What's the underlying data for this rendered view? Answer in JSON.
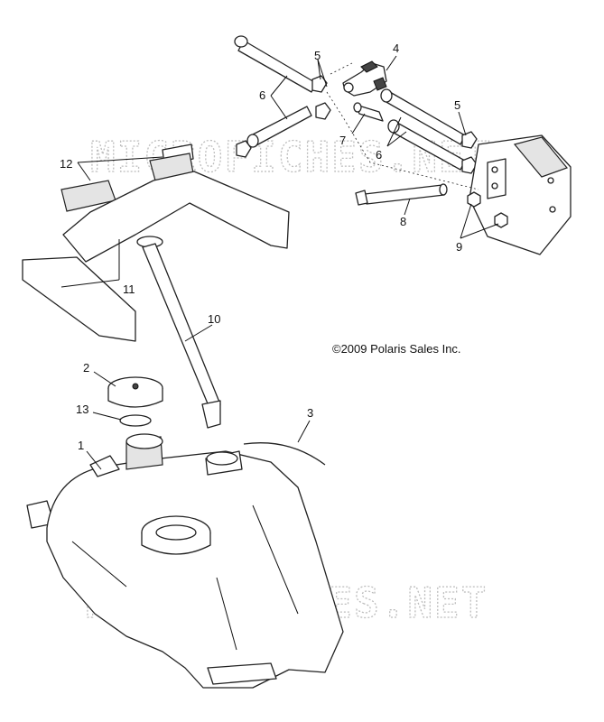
{
  "diagram": {
    "copyright": "©2009 Polaris Sales Inc.",
    "watermark": "MICROFICHES.NET",
    "callouts": [
      {
        "id": "1",
        "part": "fuel-tank"
      },
      {
        "id": "2",
        "part": "fuel-cap"
      },
      {
        "id": "3",
        "part": "vent-line"
      },
      {
        "id": "4",
        "part": "rollover-valve"
      },
      {
        "id": "5",
        "part": "hose-clamp"
      },
      {
        "id": "5",
        "part": "hose-clamp"
      },
      {
        "id": "6",
        "part": "vent-hose"
      },
      {
        "id": "6",
        "part": "vent-hose"
      },
      {
        "id": "7",
        "part": "hose-fitting"
      },
      {
        "id": "8",
        "part": "hose"
      },
      {
        "id": "9",
        "part": "nut"
      },
      {
        "id": "10",
        "part": "fuel-level-sender"
      },
      {
        "id": "11",
        "part": "tank-strap"
      },
      {
        "id": "12",
        "part": "strap-pad"
      },
      {
        "id": "13",
        "part": "o-ring"
      }
    ]
  }
}
